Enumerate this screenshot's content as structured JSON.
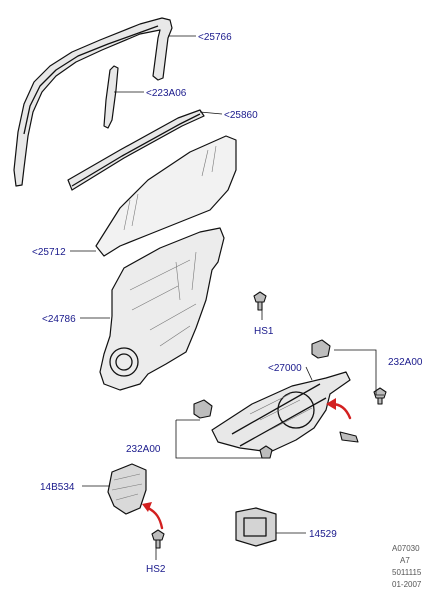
{
  "callouts": {
    "seal_outer": "<25766",
    "seal_channel": "<223A06",
    "belt_weatherstrip": "<25860",
    "glass": "<25712",
    "panel": "<24786",
    "hs1": "HS1",
    "regulator": "<27000",
    "bracket_right": "232A00",
    "bracket_left": "232A00",
    "motor": "14B534",
    "hs2": "HS2",
    "switch": "14529"
  },
  "reference": {
    "code": "A07030",
    "version": "A7",
    "number": "5011115",
    "date": "01-2007"
  },
  "colors": {
    "label_text": "#1a1a8c",
    "arrow": "#d32020"
  }
}
